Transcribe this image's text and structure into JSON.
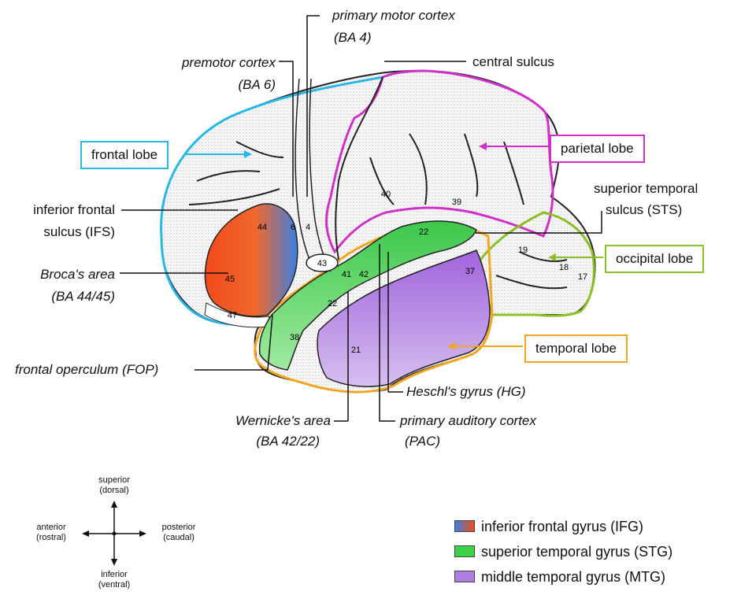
{
  "labels": {
    "primary_motor": "primary motor cortex",
    "primary_motor_ba": "(BA 4)",
    "premotor": "premotor cortex",
    "premotor_ba": "(BA 6)",
    "central_sulcus": "central sulcus",
    "ifs_line1": "inferior frontal",
    "ifs_line2": "sulcus (IFS)",
    "broca_line1": "Broca's area",
    "broca_line2": "(BA 44/45)",
    "fop": "frontal operculum (FOP)",
    "sts_line1": "superior temporal",
    "sts_line2": "sulcus (STS)",
    "heschl": "Heschl's gyrus (HG)",
    "pac_line1": "primary auditory cortex",
    "pac_line2": "(PAC)",
    "wernicke_line1": "Wernicke's area",
    "wernicke_line2": "(BA 42/22)"
  },
  "lobes": {
    "frontal": {
      "label": "frontal lobe",
      "color": "#29b6e6"
    },
    "parietal": {
      "label": "parietal lobe",
      "color": "#d030c8"
    },
    "occipital": {
      "label": "occipital lobe",
      "color": "#8cbf26"
    },
    "temporal": {
      "label": "temporal lobe",
      "color": "#f2a521"
    }
  },
  "areas": [
    "44",
    "45",
    "47",
    "6",
    "4",
    "43",
    "40",
    "39",
    "41",
    "42",
    "22",
    "22",
    "38",
    "21",
    "37",
    "19",
    "18",
    "17"
  ],
  "compass": {
    "superior": "superior",
    "dorsal": "(dorsal)",
    "inferior": "inferior",
    "ventral": "(ventral)",
    "anterior": "anterior",
    "rostral": "(rostral)",
    "posterior": "posterior",
    "caudal": "(caudal)"
  },
  "legend": [
    {
      "label": "inferior frontal gyrus (IFG)",
      "colors": [
        "#3a7fe0",
        "#f24a1a"
      ]
    },
    {
      "label": "superior temporal gyrus (STG)",
      "colors": [
        "#3ed24a",
        "#3ed24a"
      ]
    },
    {
      "label": "middle temporal gyrus (MTG)",
      "colors": [
        "#b07de0",
        "#b07de0"
      ]
    }
  ],
  "colors": {
    "ifg_blue": "#3a7fe0",
    "ifg_red": "#f24a1a",
    "stg_green": "#3ed24a",
    "mtg_purple": "#b07de0"
  }
}
